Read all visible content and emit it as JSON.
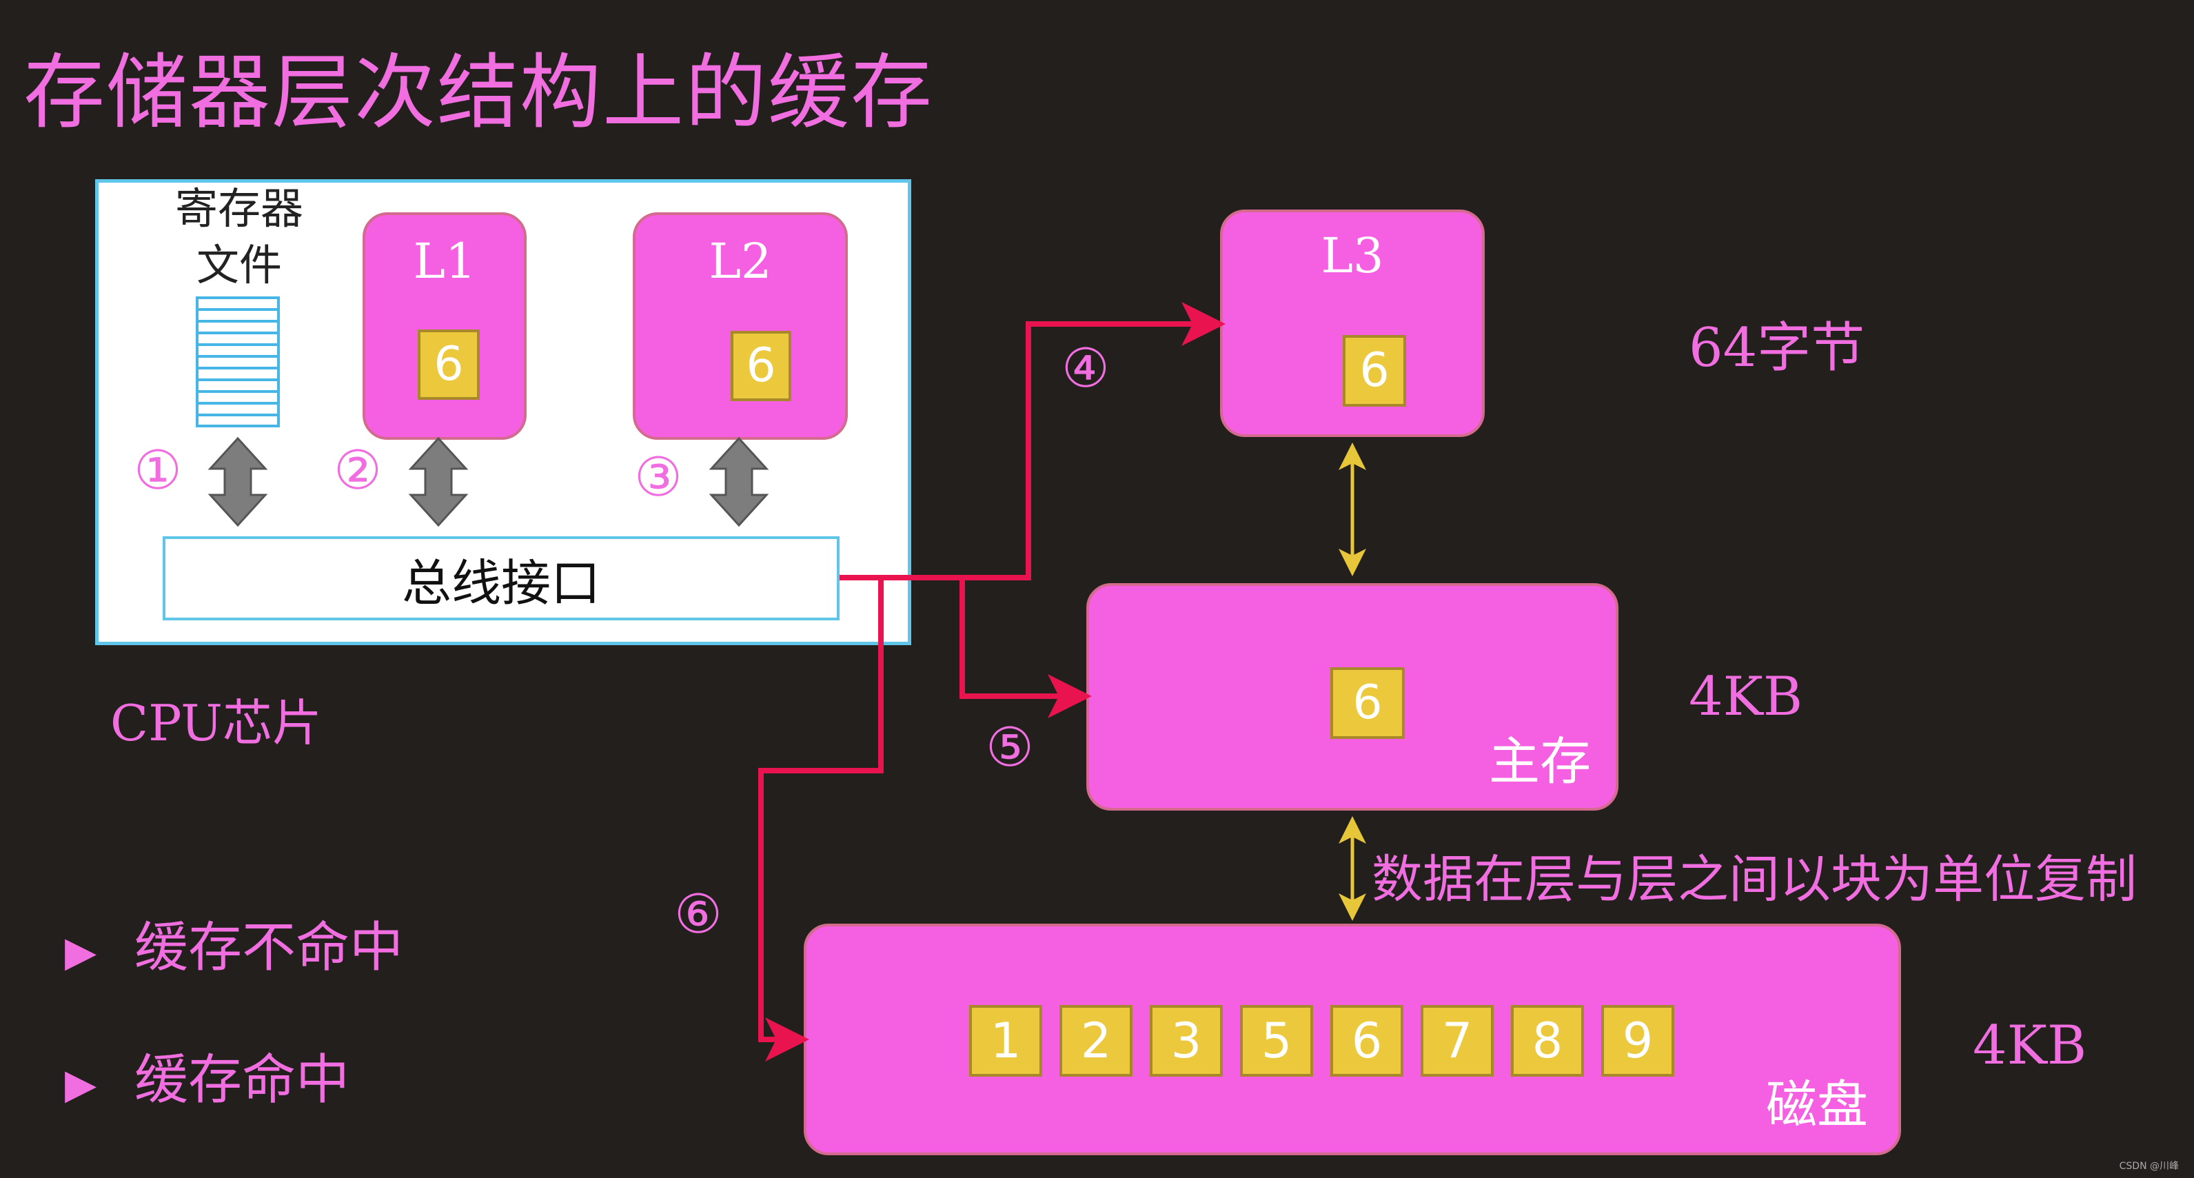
{
  "title": "存储器层次结构上的缓存",
  "cpu": {
    "register_label_line1": "寄存器",
    "register_label_line2": "文件",
    "l1_label": "L1",
    "l1_block": "6",
    "l2_label": "L2",
    "l2_block": "6",
    "bus_label": "总线接口",
    "chip_label": "CPU芯片"
  },
  "l3": {
    "label": "L3",
    "block": "6",
    "size": "64字节"
  },
  "main_memory": {
    "label": "主存",
    "block": "6",
    "size": "4KB"
  },
  "disk": {
    "label": "磁盘",
    "blocks": [
      "1",
      "2",
      "3",
      "5",
      "6",
      "7",
      "8",
      "9"
    ],
    "size": "4KB"
  },
  "steps": [
    "①",
    "②",
    "③",
    "④",
    "⑤",
    "⑥"
  ],
  "copy_note": "数据在层与层之间以块为单位复制",
  "bullets": [
    "缓存不命中",
    "缓存命中"
  ],
  "bullet_marker": "▶",
  "watermark": "CSDN @川峰",
  "colors": {
    "background": "#231f1c",
    "accent_pink": "#f06ee0",
    "cache_fill": "#f55fe2",
    "block_fill": "#ecc83c",
    "link_red": "#e8134f",
    "link_yellow": "#e8c63a"
  }
}
